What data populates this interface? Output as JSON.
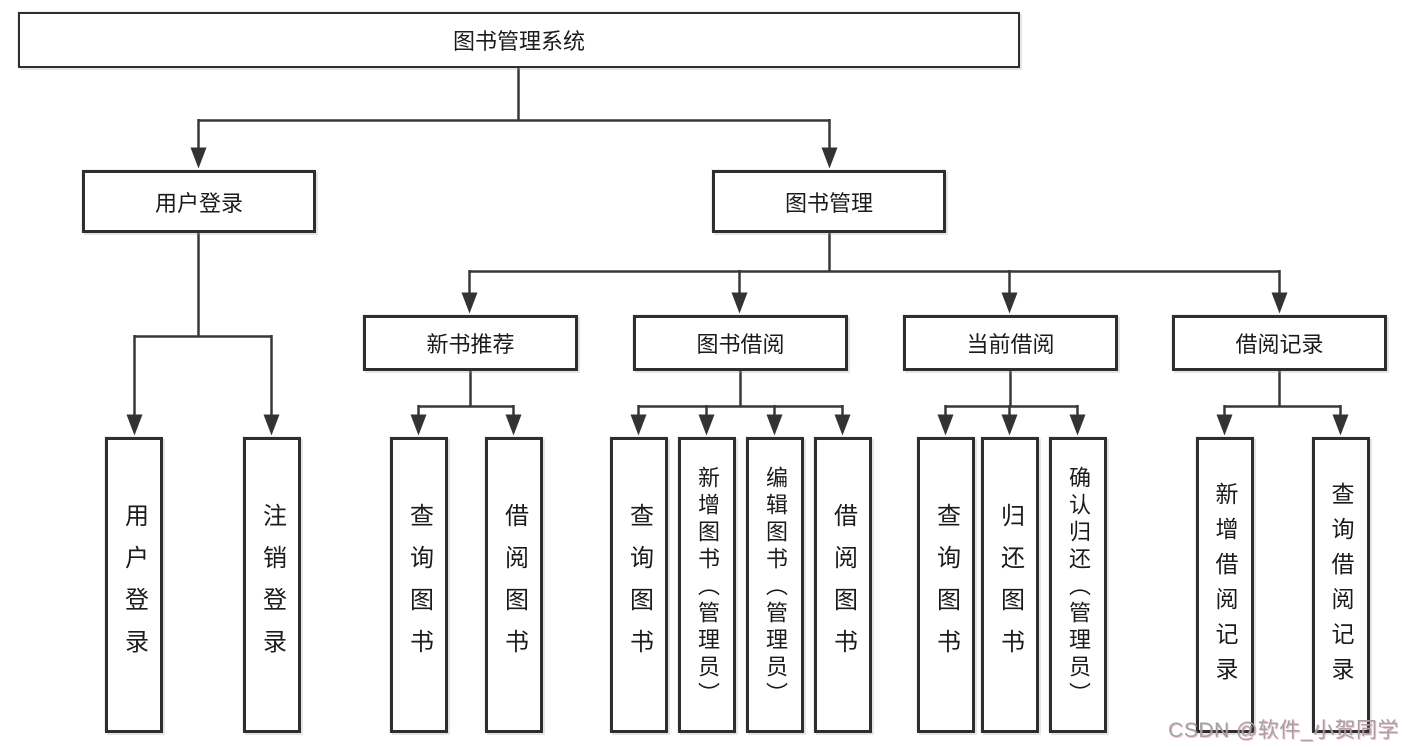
{
  "diagram": {
    "watermark": "CSDN @软件_小贺同学",
    "colors": {
      "line": "#383838",
      "box_border": "#2e2e2e",
      "text": "#1b1b1b",
      "watermark": "#9fa3ab"
    },
    "root": {
      "label": "图书管理系统"
    },
    "branches": [
      {
        "label": "用户登录",
        "children": [
          "用户登录",
          "注销登录"
        ]
      },
      {
        "label": "图书管理",
        "children": [
          {
            "label": "新书推荐",
            "children": [
              "查询图书",
              "借阅图书"
            ]
          },
          {
            "label": "图书借阅",
            "children": [
              "查询图书",
              "新增图书（管理员）",
              "编辑图书（管理员）",
              "借阅图书"
            ]
          },
          {
            "label": "当前借阅",
            "children": [
              "查询图书",
              "归还图书",
              "确认归还（管理员）"
            ]
          },
          {
            "label": "借阅记录",
            "children": [
              "新增借阅记录",
              "查询借阅记录"
            ]
          }
        ]
      }
    ]
  }
}
